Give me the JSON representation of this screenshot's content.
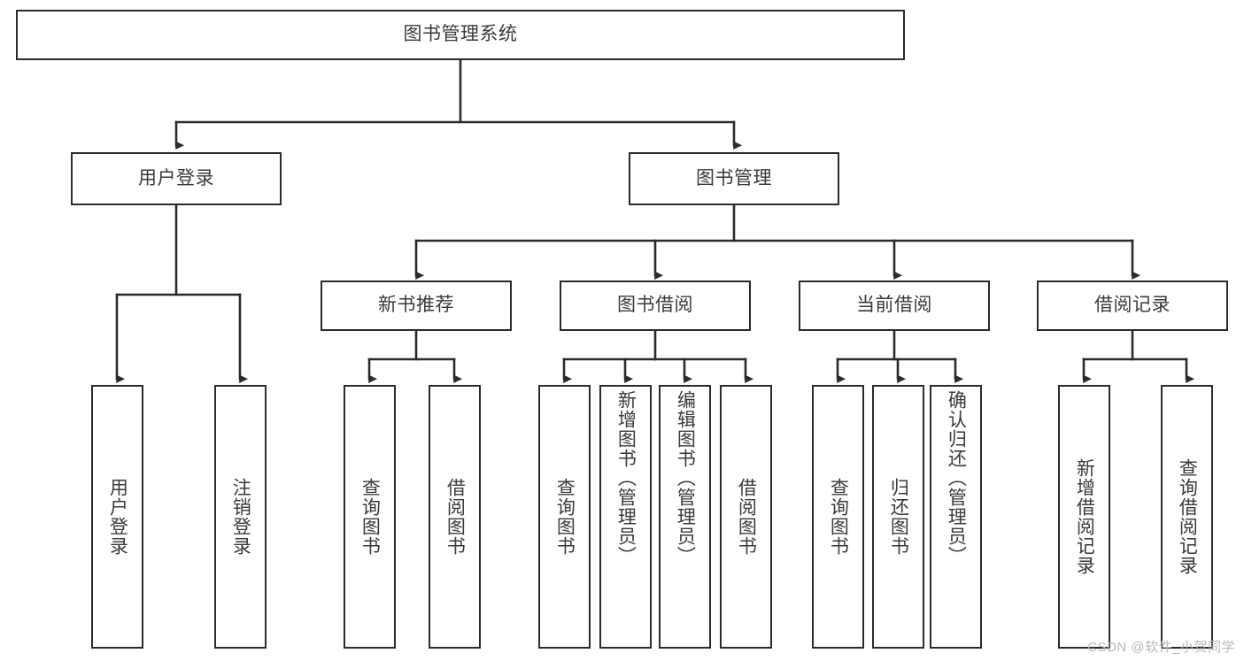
{
  "diagram": {
    "title": "图书管理系统",
    "type": "tree-hierarchy",
    "orientation": "top-down",
    "colors": {
      "background": "#ffffff",
      "box_border": "#2b2b2b",
      "box_fill": "#ffffff",
      "text": "#3a3a3a",
      "edge": "#2b2b2b",
      "watermark": "#b9b9b9"
    },
    "root": {
      "label": "图书管理系统"
    },
    "level2": [
      {
        "label": "用户登录"
      },
      {
        "label": "图书管理"
      }
    ],
    "level3": [
      {
        "label": "新书推荐"
      },
      {
        "label": "图书借阅"
      },
      {
        "label": "当前借阅"
      },
      {
        "label": "借阅记录"
      }
    ],
    "leaves": {
      "user_login": [
        {
          "label": "用户登录"
        },
        {
          "label": "注销登录"
        }
      ],
      "new_book_recommend": [
        {
          "label": "查询图书"
        },
        {
          "label": "借阅图书"
        }
      ],
      "book_borrow": [
        {
          "label": "查询图书"
        },
        {
          "label": "新增图书（管理员）"
        },
        {
          "label": "编辑图书（管理员）"
        },
        {
          "label": "借阅图书"
        }
      ],
      "current_borrow": [
        {
          "label": "查询图书"
        },
        {
          "label": "归还图书"
        },
        {
          "label": "确认归还（管理员）"
        }
      ],
      "borrow_record": [
        {
          "label": "新增借阅记录"
        },
        {
          "label": "查询借阅记录"
        }
      ]
    },
    "watermark": "CSDN @软件_小贺同学"
  }
}
